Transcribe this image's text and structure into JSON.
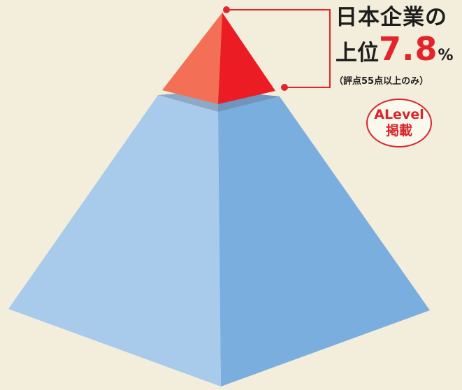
{
  "callout": {
    "title": "日本企業の",
    "rank_prefix": "上位",
    "rank_value": "7.8",
    "rank_unit": "%",
    "note": "（評点55点以上のみ）"
  },
  "badge": {
    "line1": "ALevel",
    "line2": "掲載"
  },
  "colors": {
    "background": "#f3eedb",
    "pyramid_left": "#a9cbeb",
    "pyramid_right": "#7aaedf",
    "apex_left": "#f36f55",
    "apex_right": "#ec1c24",
    "accent": "#e3242b"
  }
}
